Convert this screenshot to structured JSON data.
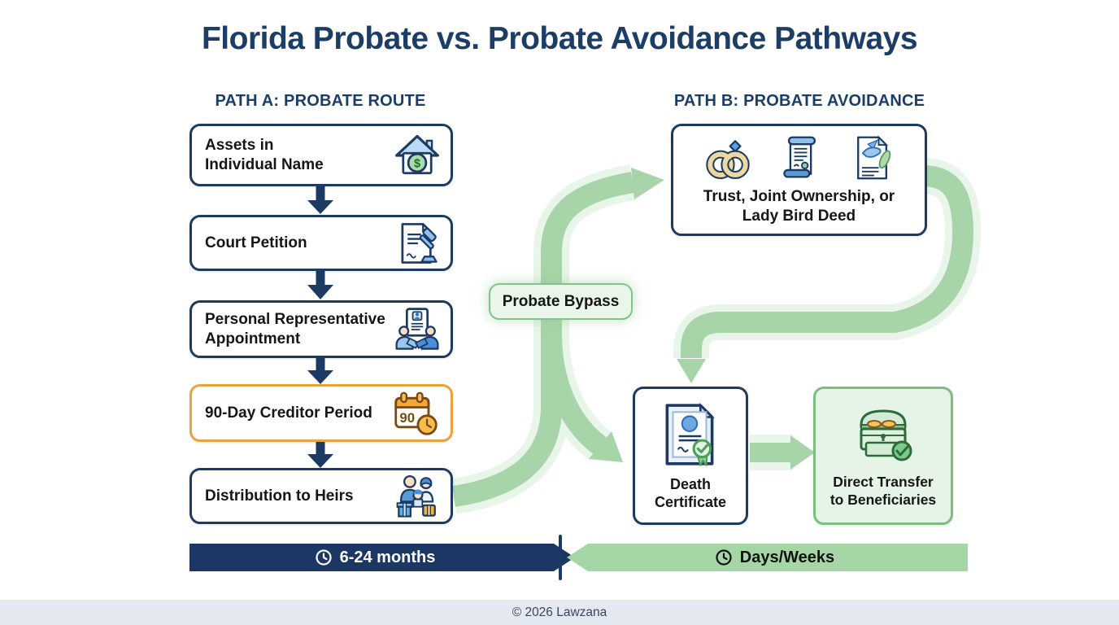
{
  "title": "Florida Probate vs. Probate Avoidance Pathways",
  "path_a": {
    "header": "PATH A: PROBATE ROUTE",
    "steps": [
      {
        "label": "Assets in\nIndividual Name",
        "icon": "house-dollar-icon",
        "badge": "$"
      },
      {
        "label": "Court Petition",
        "icon": "document-gavel-icon"
      },
      {
        "label": "Personal Representative\nAppointment",
        "icon": "handshake-document-icon"
      },
      {
        "label": "90-Day Creditor Period",
        "icon": "calendar-90-clock-icon",
        "badge": "90"
      },
      {
        "label": "Distribution to Heirs",
        "icon": "family-gifts-icon"
      }
    ],
    "timeline": {
      "label": "6-24 months",
      "icon": "clock-icon"
    }
  },
  "path_b": {
    "header": "PATH B: PROBATE AVOIDANCE",
    "bypass_label": "Probate Bypass",
    "trust_box": {
      "label": "Trust, Joint Ownership, or\nLady Bird Deed",
      "icons": [
        "wedding-rings-icon",
        "scroll-icon",
        "deed-dove-icon"
      ]
    },
    "death_certificate_box": {
      "label": "Death\nCertificate",
      "icon": "certificate-seal-icon"
    },
    "direct_transfer_box": {
      "label": "Direct Transfer\nto Beneficiaries",
      "icon": "treasure-chest-icon"
    },
    "timeline": {
      "label": "Days/Weeks",
      "icon": "clock-icon"
    }
  },
  "footer": "© 2026 Lawzana",
  "colors": {
    "navy": "#1d3a63",
    "green_band": "#a7d4a8",
    "green_border": "#7dbd81",
    "green_bg": "#e6f3e7",
    "orange_highlight": "#e5a43d"
  }
}
